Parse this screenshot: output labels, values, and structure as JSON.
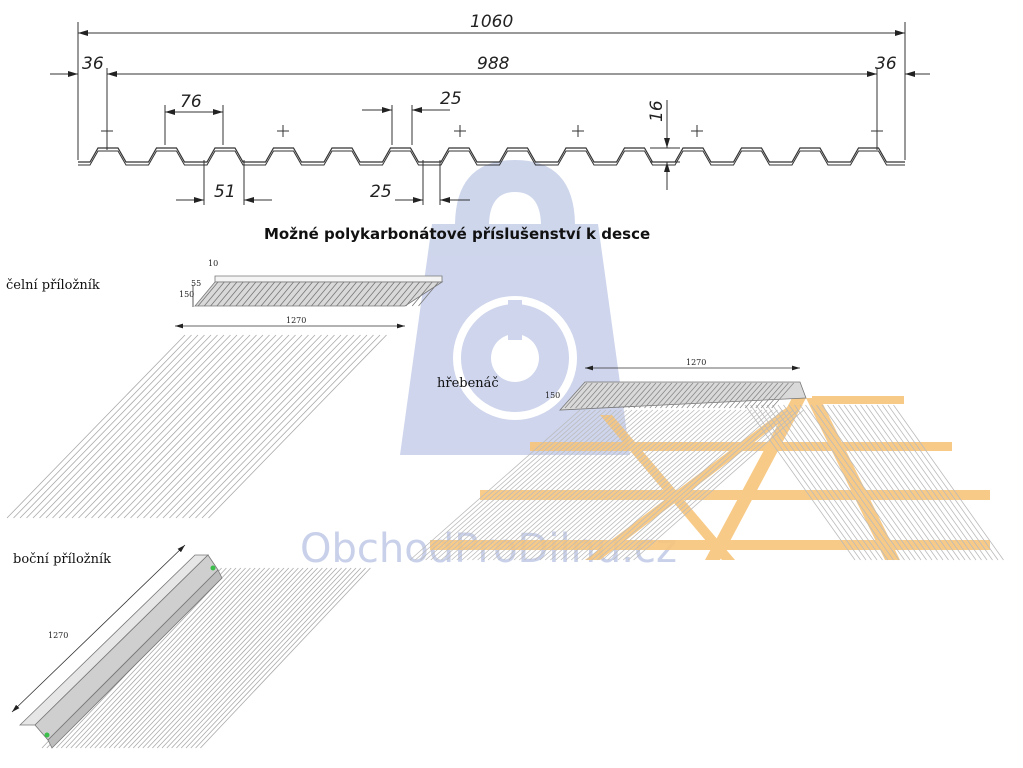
{
  "profile": {
    "total_width": "1060",
    "inner_width": "988",
    "edge_left": "36",
    "edge_right": "36",
    "pitch": "76",
    "rib_top": "25",
    "valley": "51",
    "rib_bottom": "25",
    "height": "16"
  },
  "heading": "Možné polykarbonátové příslušenství k desce",
  "accessories": {
    "front": {
      "label": "čelní příložník",
      "dims": {
        "d10": "10",
        "d55": "55",
        "d150": "150",
        "d1270": "1270"
      }
    },
    "ridge": {
      "label": "hřebenáč",
      "dims": {
        "d1270": "1270",
        "d150": "150"
      }
    },
    "side": {
      "label": "boční příložník",
      "dims": {
        "d1270": "1270"
      }
    }
  },
  "watermark": "ObchodProDilnu.cz",
  "colors": {
    "wood": "#f8c57b",
    "watermark": "#c9d1ea",
    "line": "#333333"
  }
}
